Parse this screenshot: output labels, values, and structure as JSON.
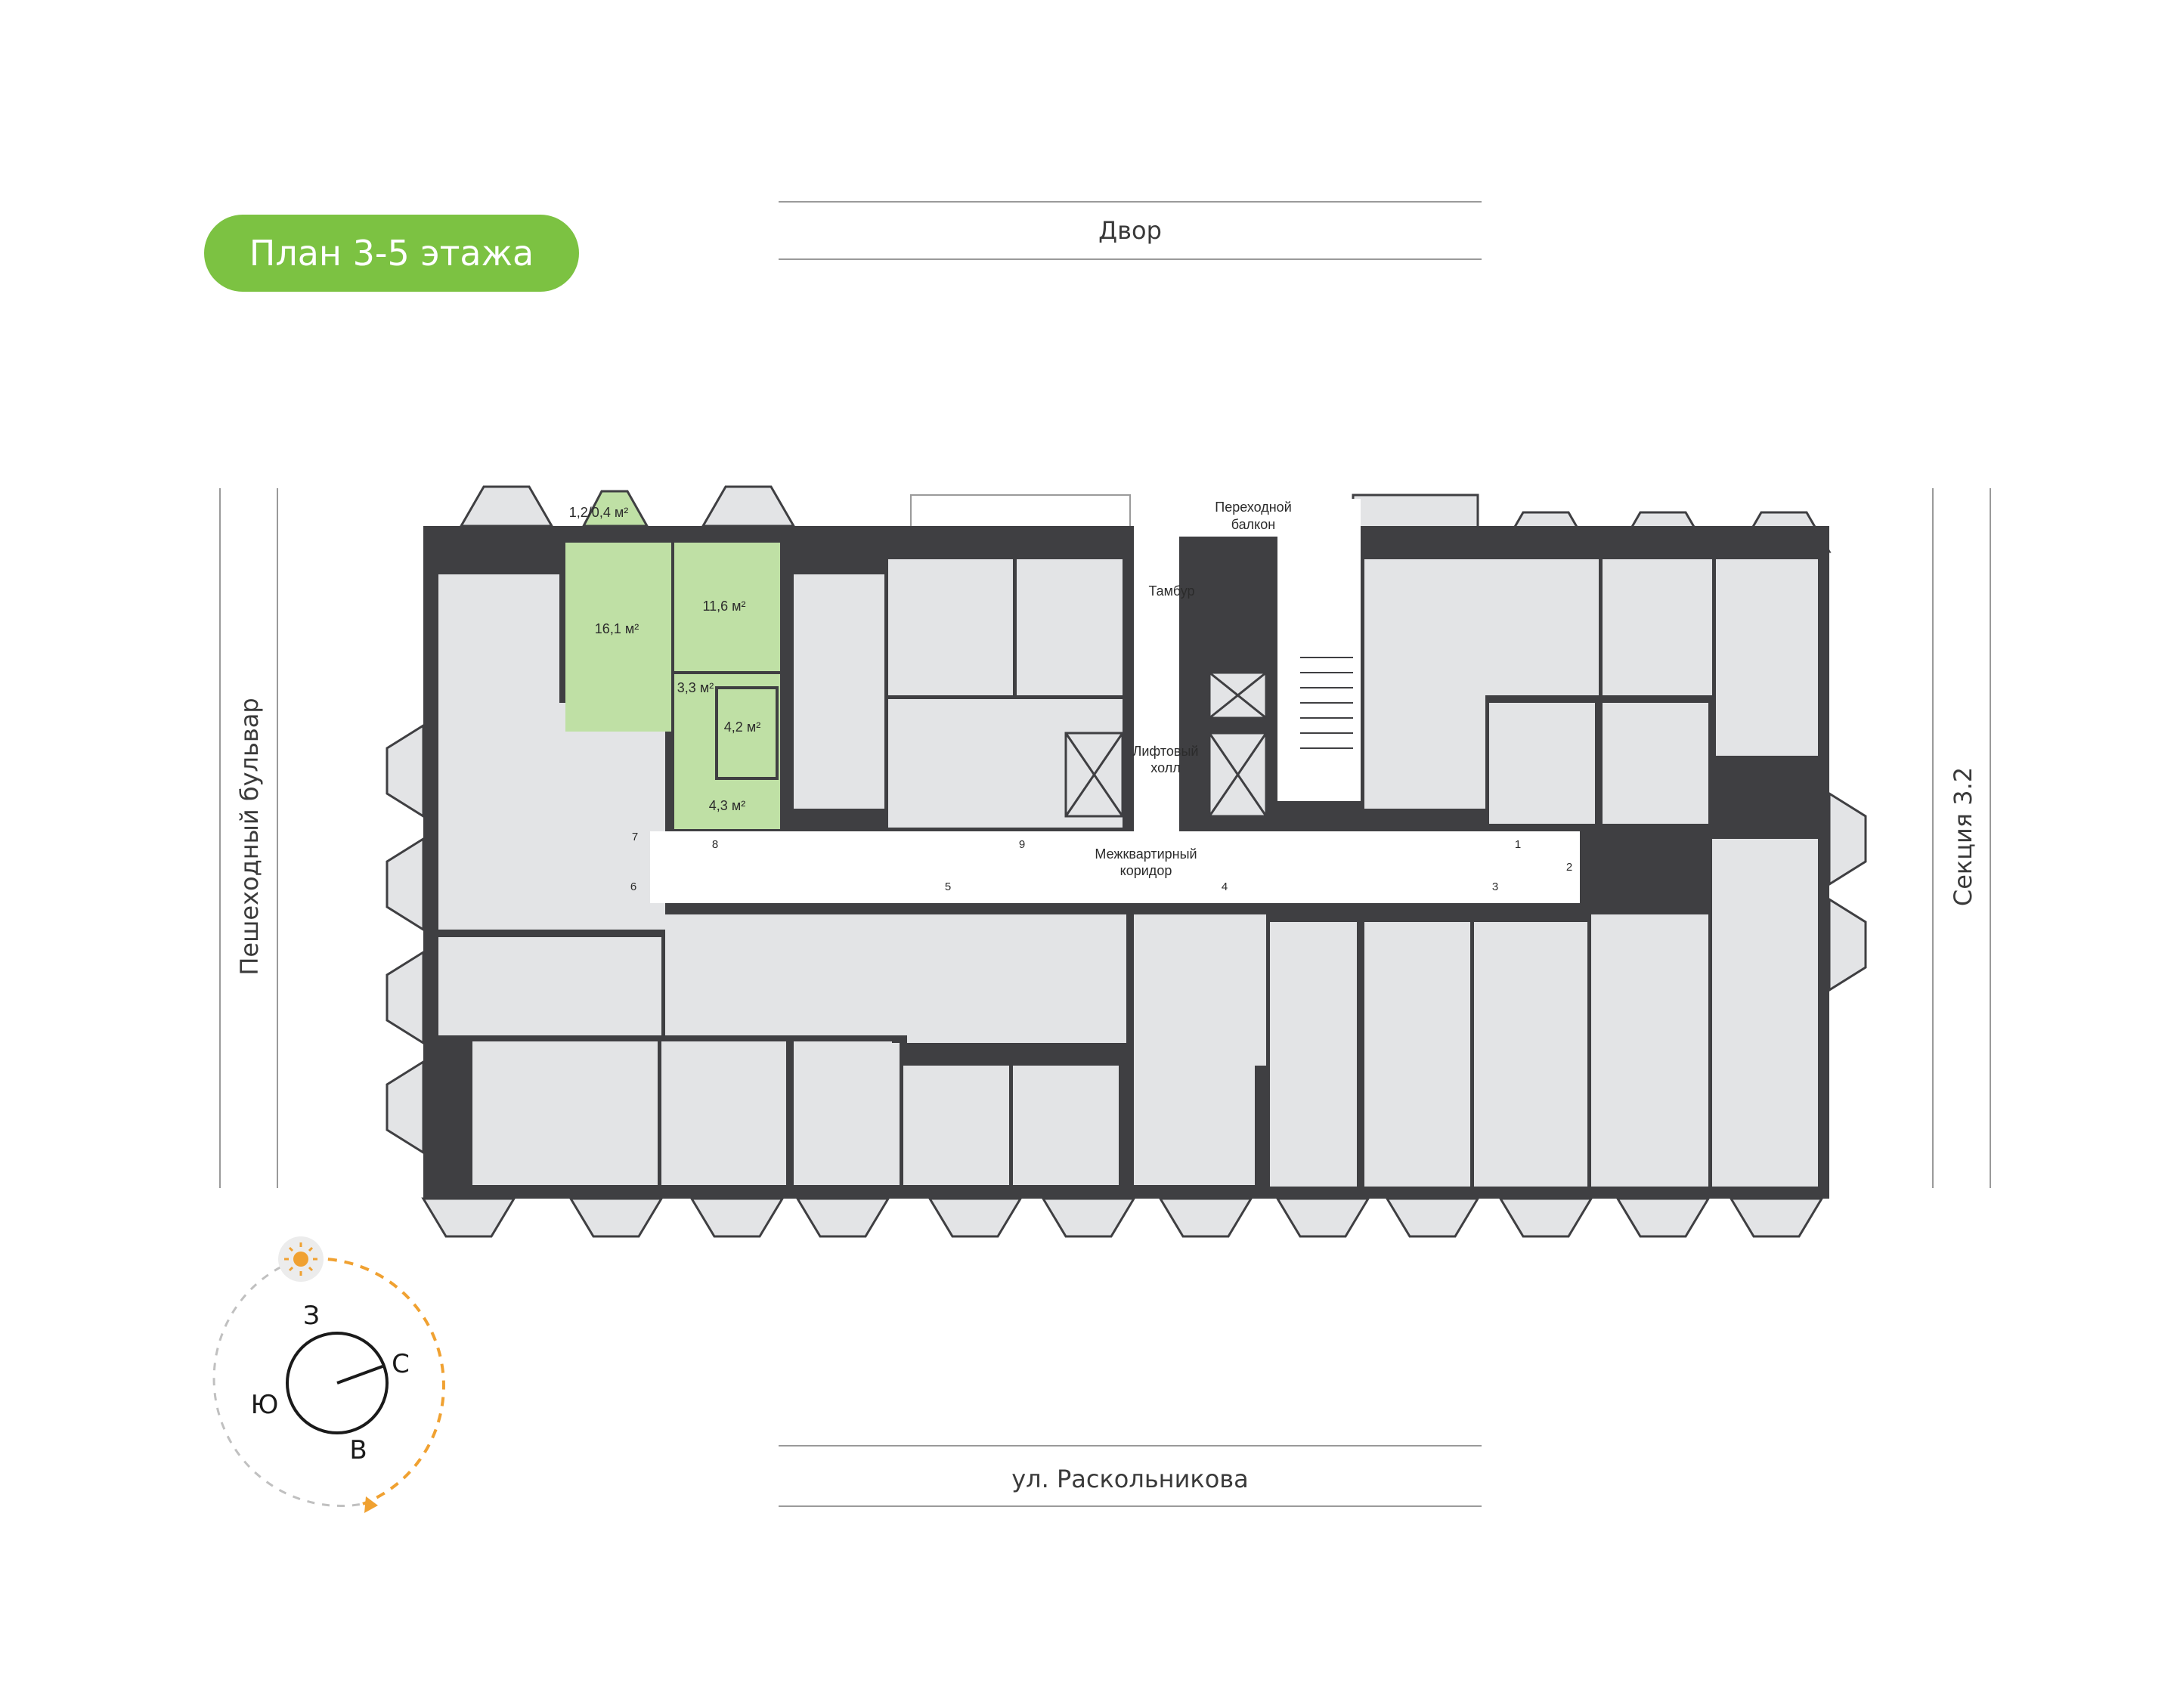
{
  "header": {
    "badge_text": "План 3-5 этажа"
  },
  "streets": {
    "top": "Двор",
    "bottom": "ул. Раскольникова",
    "left": "Пешеходный бульвар",
    "right": "Секция 3.2"
  },
  "highlighted_apartment": {
    "rooms": [
      {
        "id": "room-a",
        "area": "16,1 м²"
      },
      {
        "id": "room-b",
        "area": "11,6 м²"
      },
      {
        "id": "hall",
        "area": "3,3 м²"
      },
      {
        "id": "bath",
        "area": "4,2 м²"
      },
      {
        "id": "entry",
        "area": "4,3 м²"
      },
      {
        "id": "balcony",
        "area": "1,2/0,4 м²"
      }
    ]
  },
  "labels": {
    "tambur": "Тамбур",
    "transit_balcony_1": "Переходной",
    "transit_balcony_2": "балкон",
    "lift_hall_1": "Лифтовый",
    "lift_hall_2": "холл",
    "corridor_1": "Межквартирный",
    "corridor_2": "коридор"
  },
  "apartment_numbers": [
    "1",
    "2",
    "3",
    "4",
    "5",
    "6",
    "7",
    "8",
    "9"
  ],
  "compass": {
    "north": "С",
    "south": "Ю",
    "east": "В",
    "west": "З"
  },
  "colors": {
    "accent": "#7cc242",
    "highlight": "#bfe0a5",
    "highlight_dark": "#7cc242",
    "walls": "#3f3f42",
    "rooms": "#e3e4e6",
    "corridor": "#ffffff",
    "sun_path": "#f0a131"
  }
}
